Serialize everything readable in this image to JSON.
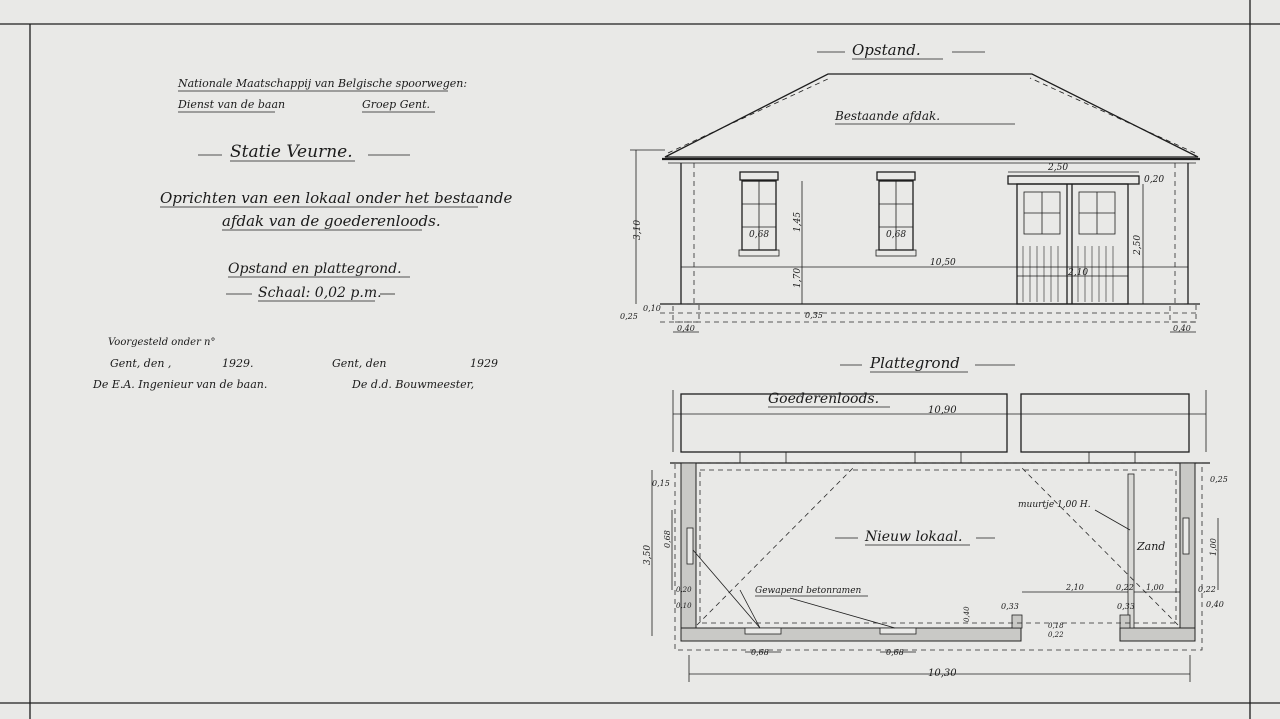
{
  "header": {
    "company": "Nationale Maatschappij van Belgische spoorwegen:",
    "service": "Dienst van de baan",
    "group": "Groep Gent."
  },
  "station": "Statie Veurne.",
  "project": {
    "line1": "Oprichten van een lokaal onder het bestaande",
    "line2": "afdak van de goederenloods."
  },
  "drawing_type": "Opstand en plattegrond.",
  "scale": "Schaal: 0,02 p.m.",
  "signatures": {
    "proposed": "Voorgesteld onder n°",
    "left_place": "Gent, den ,",
    "left_year": "1929.",
    "right_place": "Gent, den",
    "right_year": "1929",
    "left_signer": "De E.A. Ingenieur van de baan.",
    "right_signer": "De d.d. Bouwmeester,"
  },
  "elevation": {
    "title": "Opstand.",
    "roof_label": "Bestaande afdak.",
    "dims": {
      "height_total": "3,10",
      "door_width": "2,50",
      "door_top": "0,20",
      "door_height": "2,50",
      "window_height": "1,45",
      "window_width_1": "0,68",
      "window_width_2": "0,68",
      "sill_height": "1,70",
      "length": "10,50",
      "door_opening": "2,10",
      "plinth_1": "0,10",
      "plinth_2": "0,25",
      "foot": "0,35",
      "foundation_left": "0,40",
      "foundation_right": "0,40"
    }
  },
  "plan": {
    "title": "Plattegrond",
    "warehouse_label": "Goederenloods.",
    "warehouse_length": "10,90",
    "room_label": "Nieuw lokaal.",
    "wall_note": "muurtje 1,00 H.",
    "sand_label": "Zand",
    "frames_label": "Gewapend betonramen",
    "dims": {
      "d_015": "0,15",
      "d_025": "0,25",
      "d_350": "3,50",
      "d_068_side": "0,68",
      "d_100": "1,00",
      "d_210": "2,10",
      "d_022a": "0,22",
      "d_100b": "1,00",
      "d_022b": "0,22",
      "d_040a": "0,40",
      "d_040b": "0,40",
      "d_033a": "0,33",
      "d_033b": "0,33",
      "d_018": "0,18",
      "d_022c": "0,22",
      "d_068_a": "0,68",
      "d_068_b": "0,68",
      "d_020": "0,20",
      "d_010": "0,10",
      "length": "10,30"
    }
  }
}
